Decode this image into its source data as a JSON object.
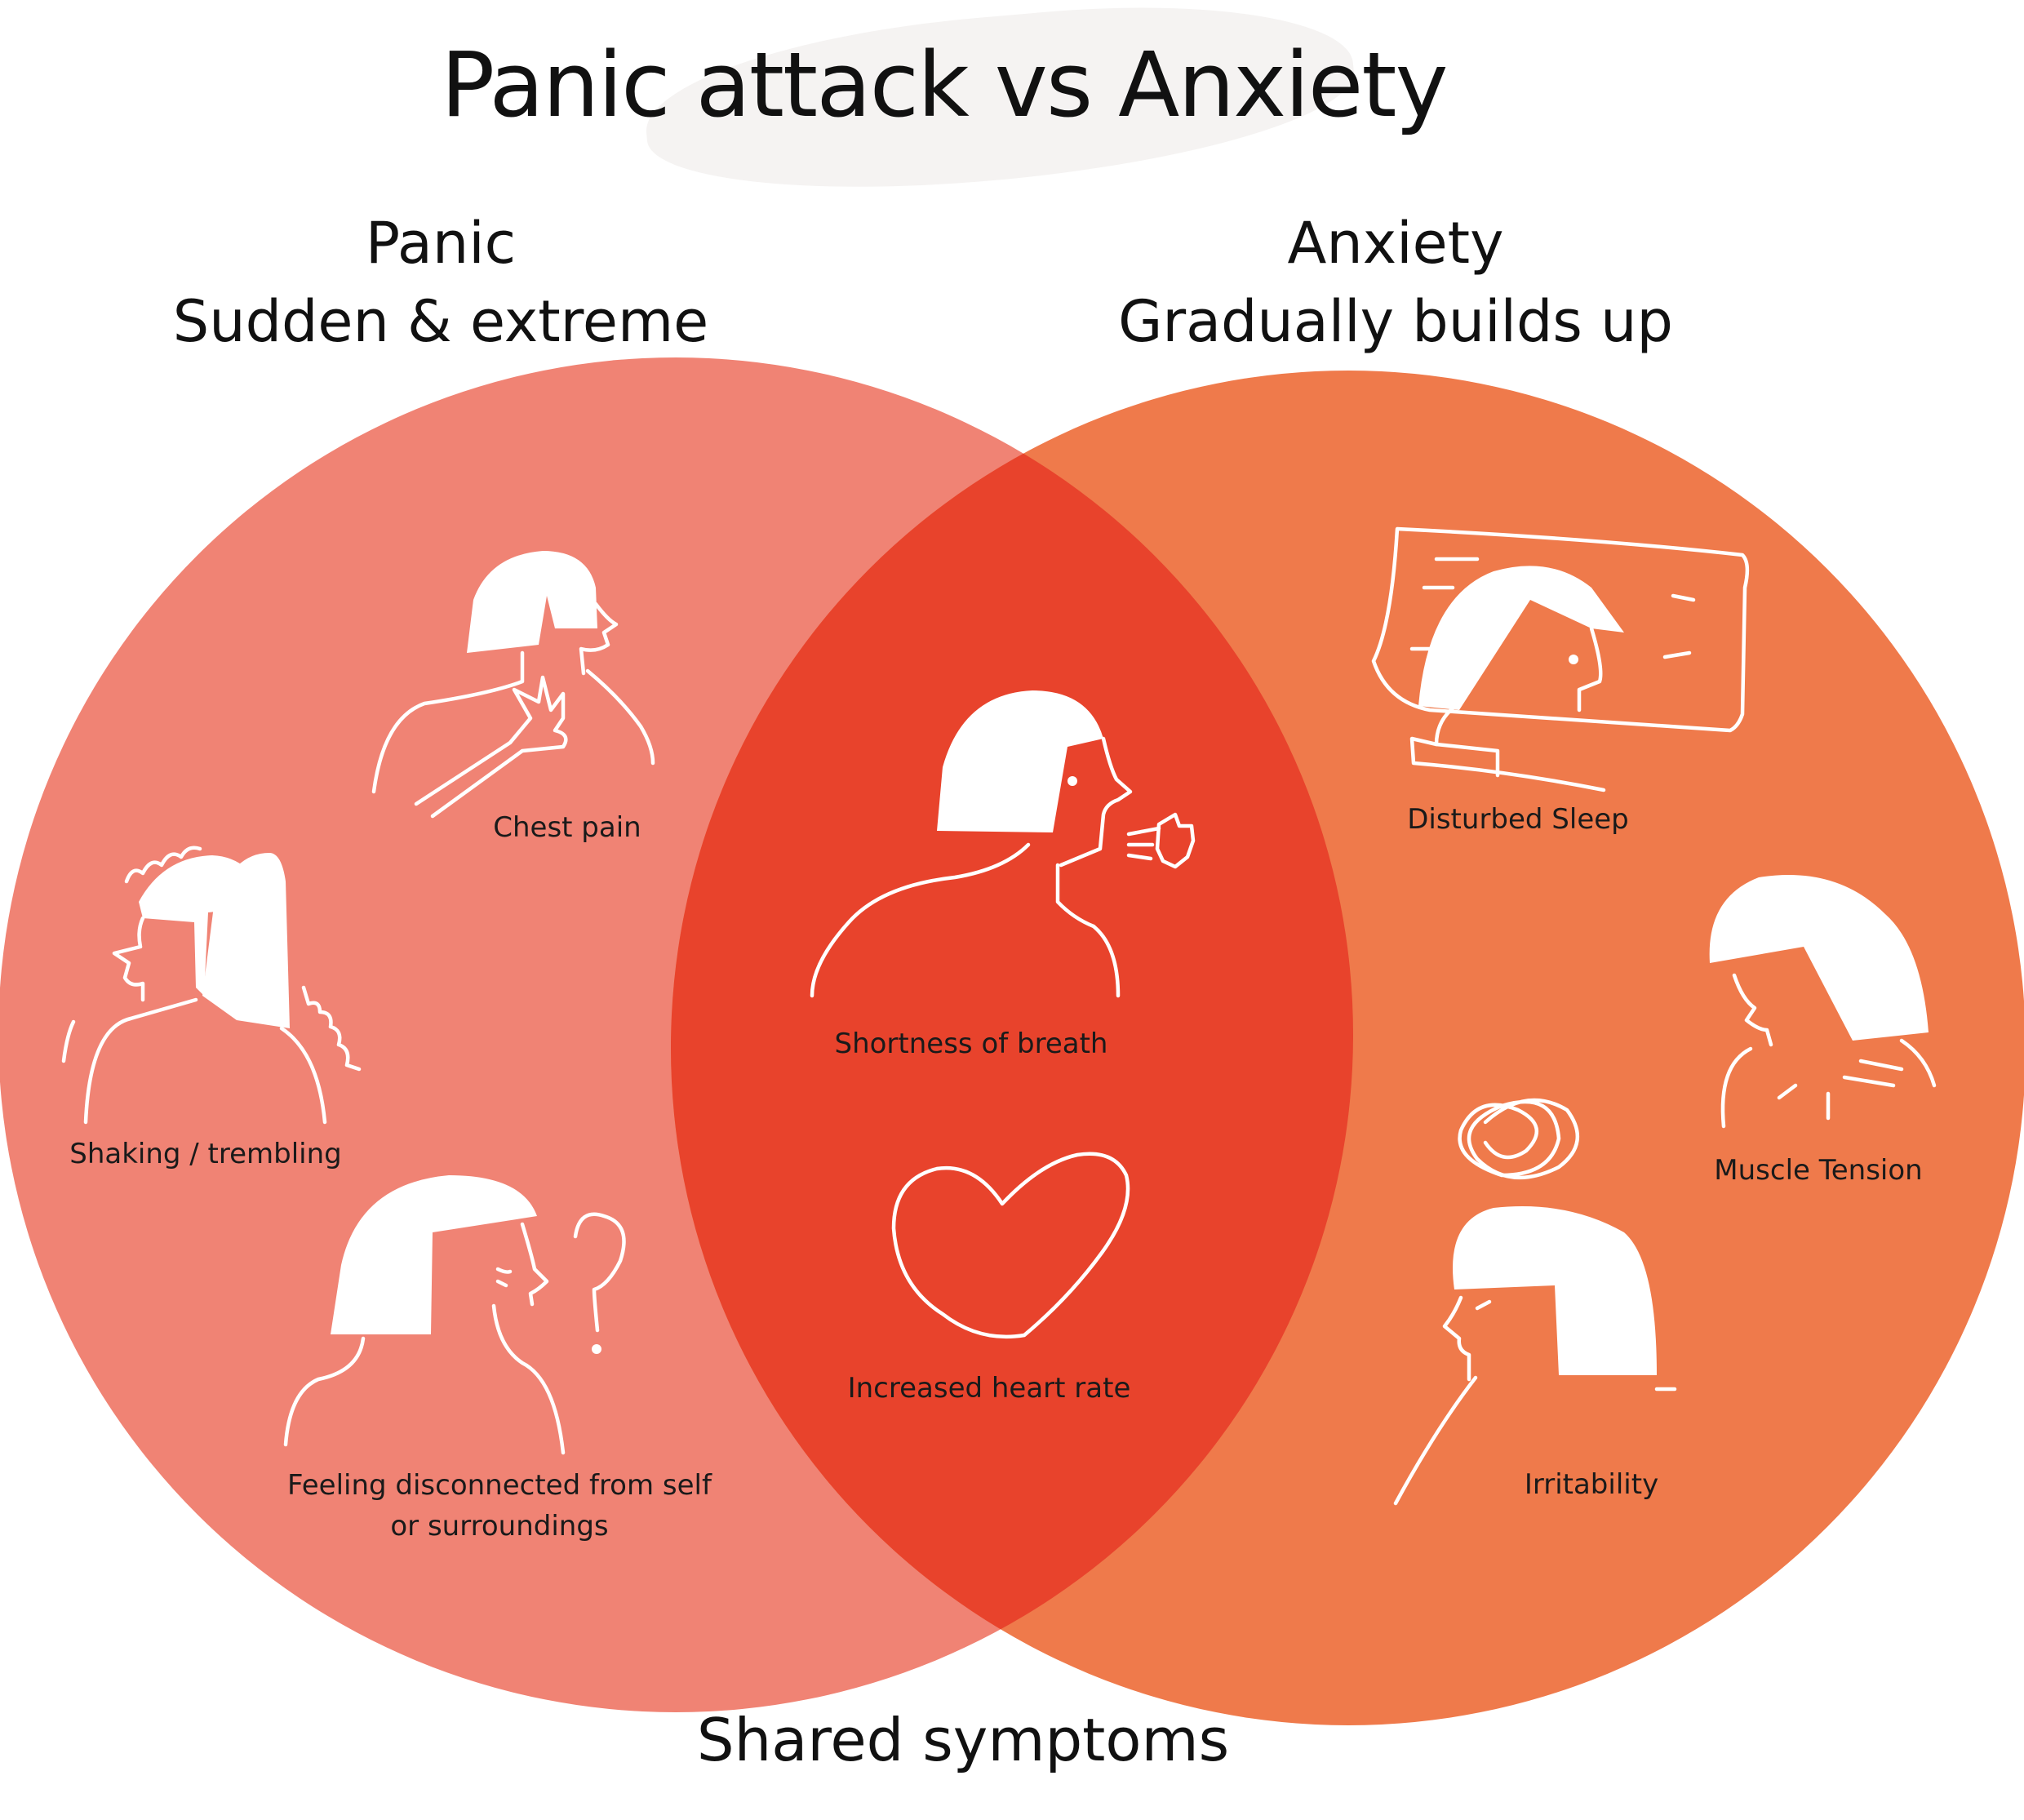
{
  "title": "Panic attack vs Anxiety",
  "left": {
    "name": "Panic",
    "subtitle": "Sudden & extreme"
  },
  "right": {
    "name": "Anxiety",
    "subtitle": "Gradually builds up"
  },
  "footer": "Shared symptoms",
  "colors": {
    "panic": "#f08374",
    "anxiety": "#ef7a4b",
    "shared": "#e8432c",
    "title_blob": "#f5f3f2"
  },
  "panic_symptoms": [
    {
      "label": "Chest pain",
      "icon": "chest-pain-icon"
    },
    {
      "label": "Shaking / trembling",
      "icon": "shaking-icon"
    },
    {
      "label": "Feeling disconnected from self\nor surroundings",
      "icon": "disconnected-icon"
    }
  ],
  "shared_symptoms": [
    {
      "label": "Shortness of breath",
      "icon": "breath-icon"
    },
    {
      "label": "Increased heart rate",
      "icon": "heart-icon"
    }
  ],
  "anxiety_symptoms": [
    {
      "label": "Disturbed Sleep",
      "icon": "sleep-icon"
    },
    {
      "label": "Muscle Tension",
      "icon": "muscle-tension-icon"
    },
    {
      "label": "Irritability",
      "icon": "irritability-icon"
    }
  ]
}
